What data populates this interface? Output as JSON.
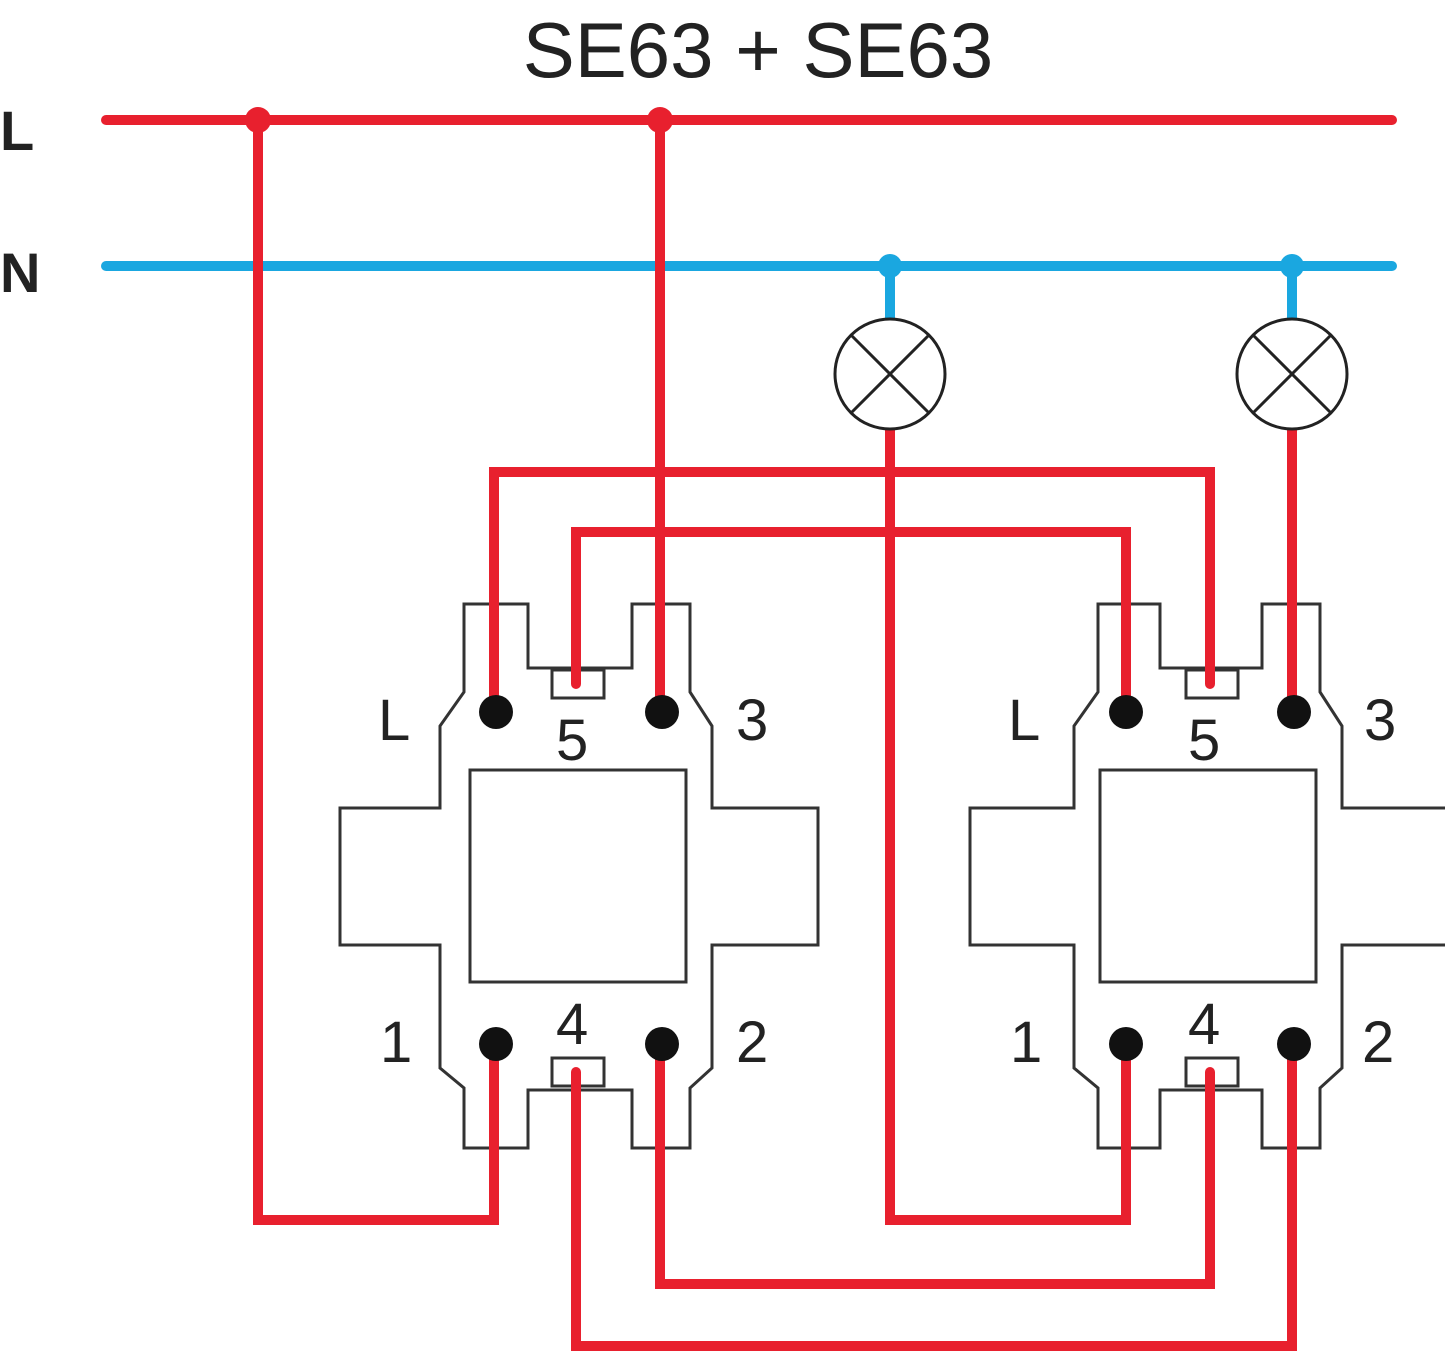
{
  "title": "SE63 + SE63",
  "bus_labels": {
    "line": "L",
    "neutral": "N"
  },
  "colors": {
    "live": "#e8202e",
    "neutral": "#1aa7e0",
    "terminal": "#111111",
    "outline": "#333333"
  },
  "switches": [
    {
      "terminal_labels": {
        "L": "L",
        "t5": "5",
        "t3": "3",
        "t1": "1",
        "t4": "4",
        "t2": "2"
      }
    },
    {
      "terminal_labels": {
        "L": "L",
        "t5": "5",
        "t3": "3",
        "t1": "1",
        "t4": "4",
        "t2": "2"
      }
    }
  ],
  "lamps": [
    {
      "icon": "lamp-icon"
    },
    {
      "icon": "lamp-icon"
    }
  ]
}
